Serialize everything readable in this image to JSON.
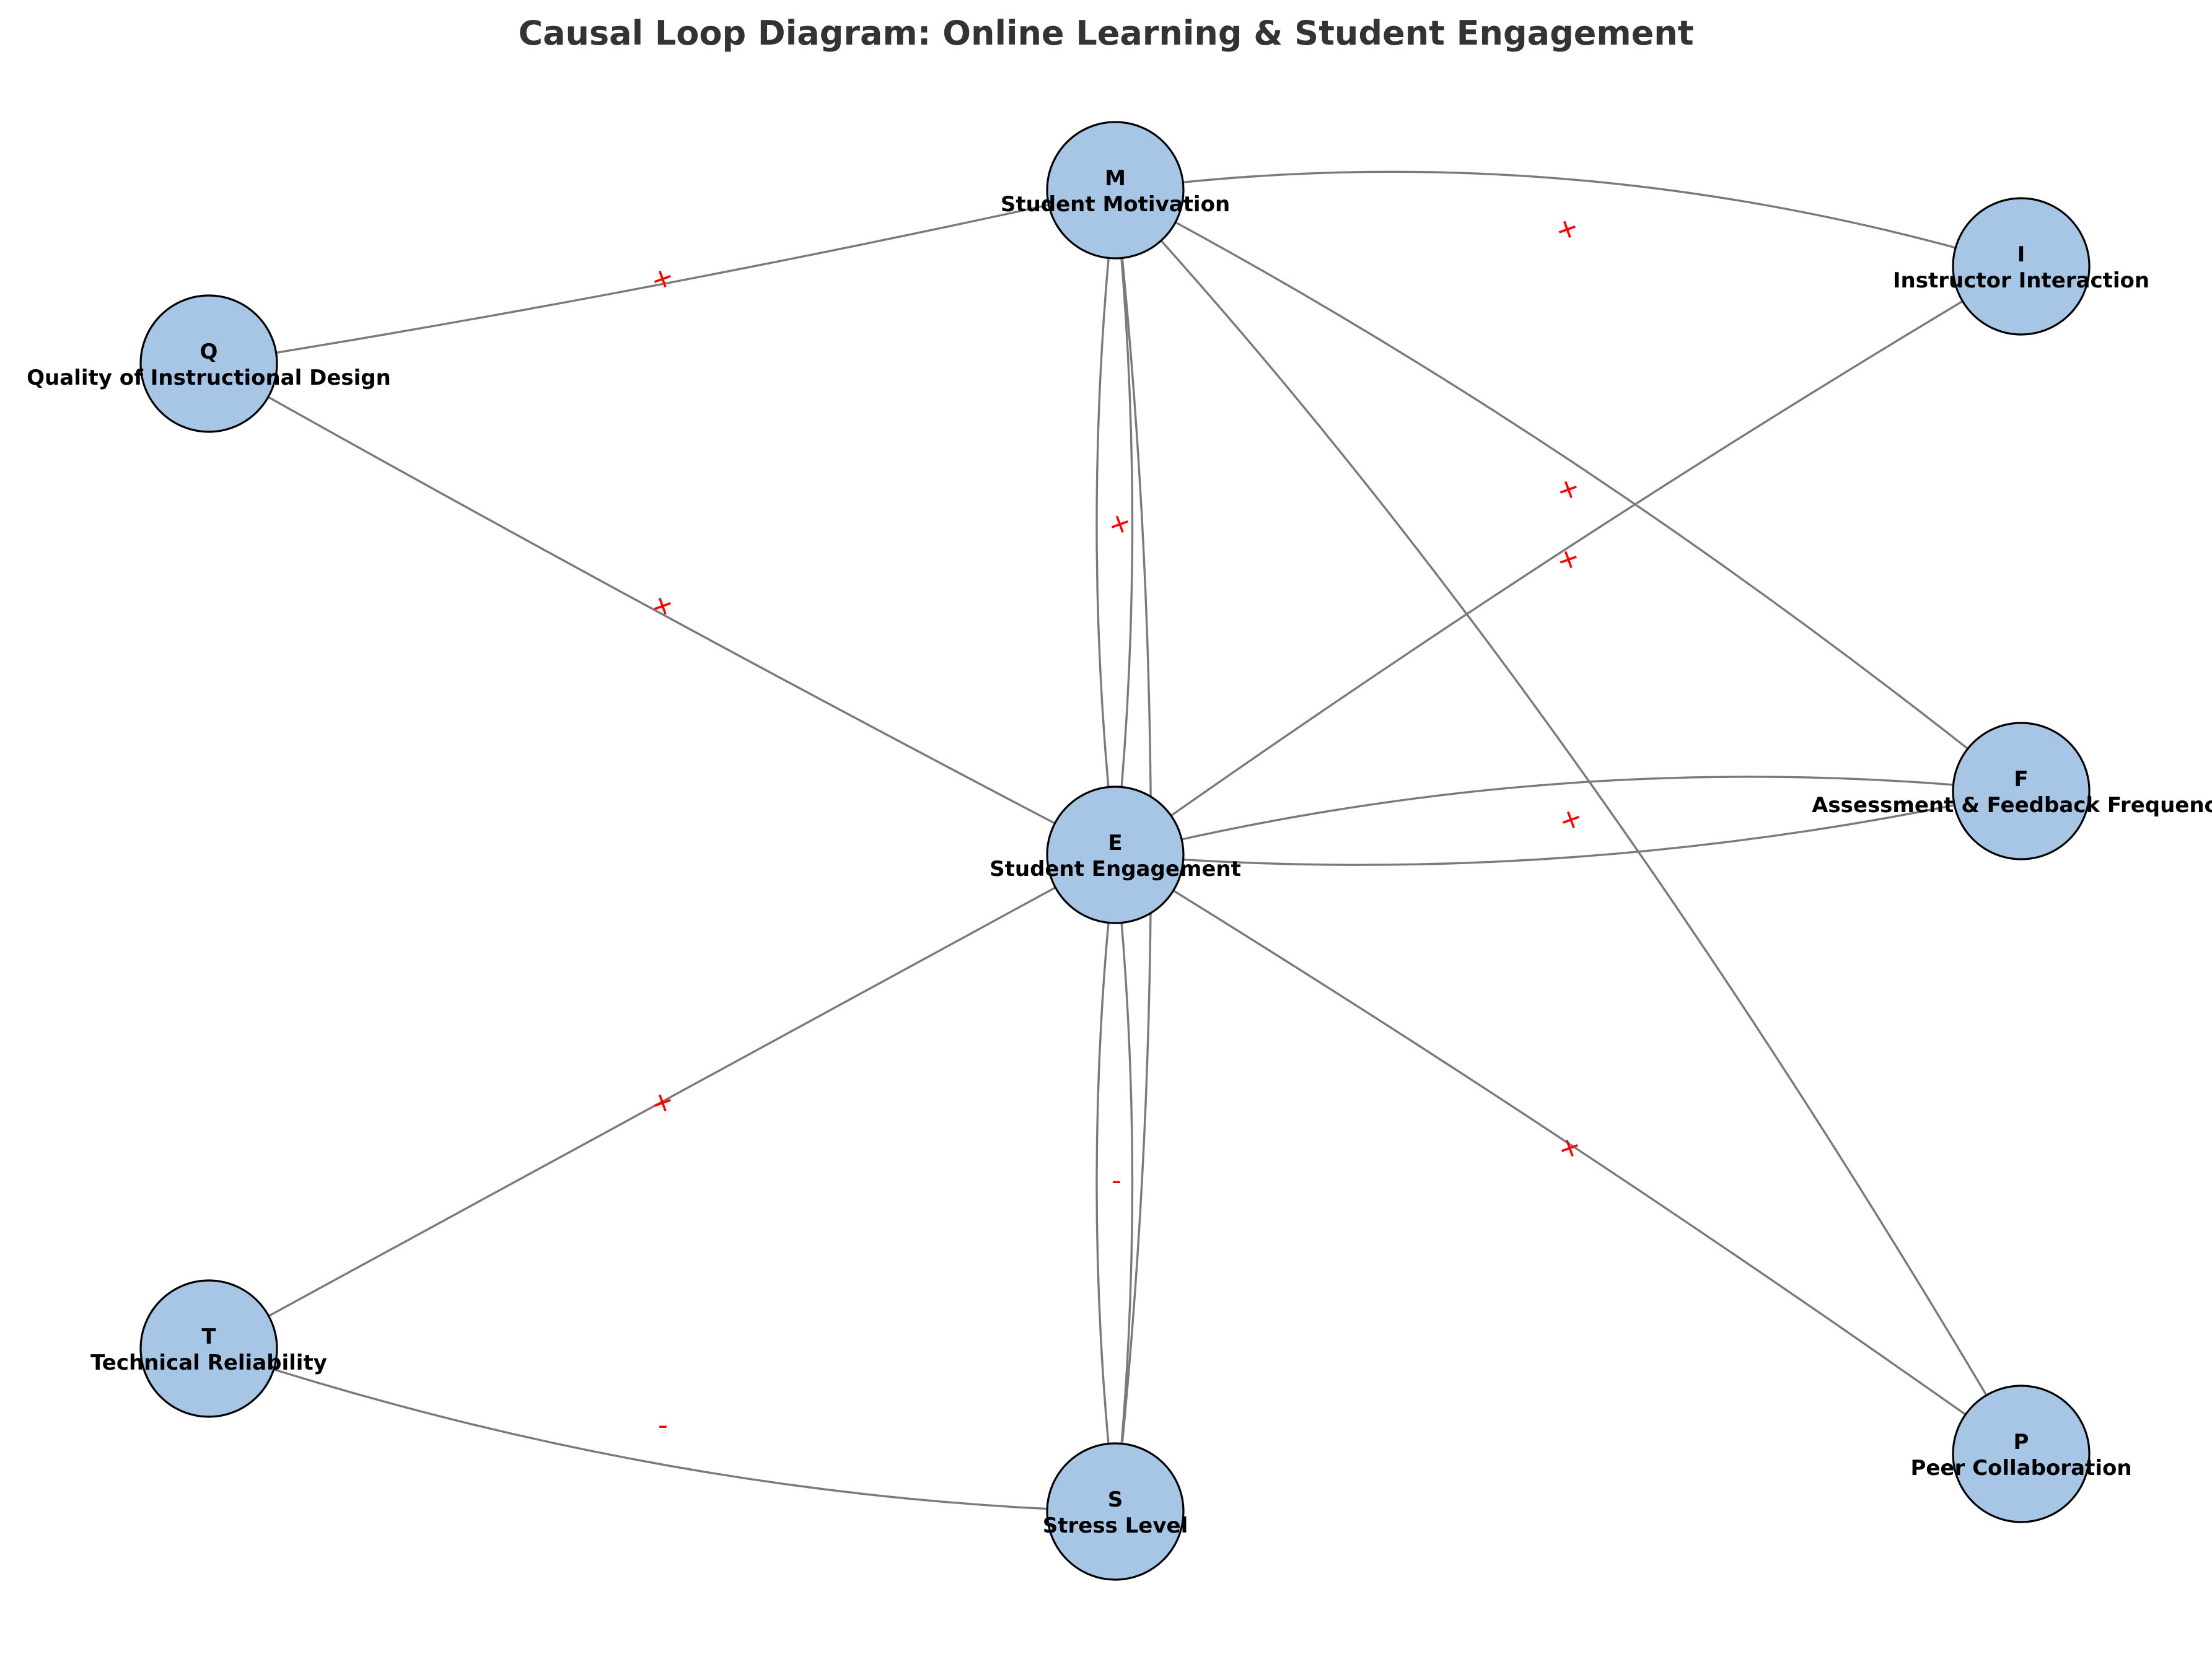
{
  "title": "Causal Loop Diagram: Online Learning & Student Engagement",
  "colors": {
    "node_fill": "#a7c6e6",
    "node_stroke": "#000000",
    "edge": "#7a7a7a",
    "polarity": "#ff0000",
    "title": "#333333"
  },
  "nodes": [
    {
      "key": "M",
      "id_label": "M",
      "label": "Student Motivation"
    },
    {
      "key": "Q",
      "id_label": "Q",
      "label": "Quality of Instructional Design"
    },
    {
      "key": "I",
      "id_label": "I",
      "label": "Instructor Interaction"
    },
    {
      "key": "E",
      "id_label": "E",
      "label": "Student Engagement"
    },
    {
      "key": "F",
      "id_label": "F",
      "label": "Assessment & Feedback Frequency"
    },
    {
      "key": "T",
      "id_label": "T",
      "label": "Technical Reliability"
    },
    {
      "key": "S",
      "id_label": "S",
      "label": "Stress Level"
    },
    {
      "key": "P",
      "id_label": "P",
      "label": "Peer Collaboration"
    }
  ],
  "edges": [
    {
      "from": "Q",
      "to": "M",
      "polarity": "+"
    },
    {
      "from": "M",
      "to": "I",
      "polarity": "+"
    },
    {
      "from": "Q",
      "to": "E",
      "polarity": "+"
    },
    {
      "from": "M",
      "to": "E",
      "polarity": "+"
    },
    {
      "from": "E",
      "to": "M",
      "polarity": "+"
    },
    {
      "from": "I",
      "to": "E",
      "polarity": "+"
    },
    {
      "from": "M",
      "to": "F",
      "polarity": "+"
    },
    {
      "from": "M",
      "to": "P",
      "polarity": "+"
    },
    {
      "from": "E",
      "to": "F",
      "polarity": "+"
    },
    {
      "from": "F",
      "to": "E",
      "polarity": "+"
    },
    {
      "from": "T",
      "to": "E",
      "polarity": "+"
    },
    {
      "from": "E",
      "to": "P",
      "polarity": "+"
    },
    {
      "from": "E",
      "to": "S",
      "polarity": "-"
    },
    {
      "from": "S",
      "to": "E",
      "polarity": "-"
    },
    {
      "from": "S",
      "to": "M",
      "polarity": "-"
    },
    {
      "from": "T",
      "to": "S",
      "polarity": "-"
    }
  ],
  "polarity_labels": [
    {
      "text": "+"
    },
    {
      "text": "+"
    },
    {
      "text": "+"
    },
    {
      "text": "+"
    },
    {
      "text": "+"
    },
    {
      "text": "+"
    },
    {
      "text": "+"
    },
    {
      "text": "+"
    },
    {
      "text": "+"
    },
    {
      "text": "-"
    },
    {
      "text": "-"
    }
  ]
}
